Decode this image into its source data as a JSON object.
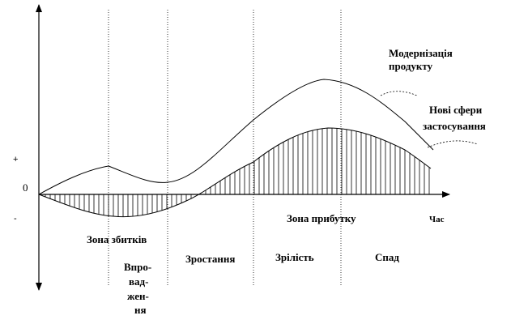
{
  "axis": {
    "plus": "+",
    "zero": "0",
    "minus": "-",
    "time_label": "Час"
  },
  "zones": {
    "loss": "Зона збитків",
    "profit": "Зона прибутку"
  },
  "stages": {
    "introduction_lines": [
      "Впро-",
      "вад-",
      "жен-",
      "ня"
    ],
    "growth": "Зростання",
    "maturity": "Зрілість",
    "decline": "Спад"
  },
  "annotations": {
    "modernization_lines": [
      "Модернізація",
      "продукту"
    ],
    "new_spheres_lines": [
      "Нові сфери",
      "застосування"
    ]
  }
}
